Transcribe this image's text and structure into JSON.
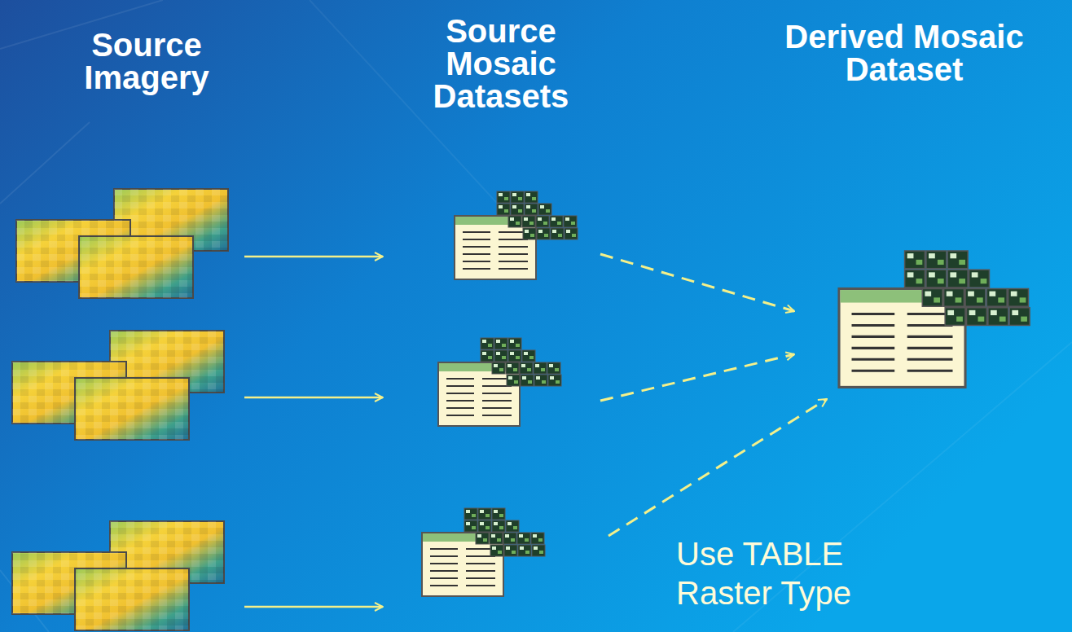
{
  "diagram": {
    "labels": [
      "Source Imagery",
      "Source Mosaic Datasets",
      "Derived Mosaic Dataset",
      "Use TABLE Raster Type"
    ]
  }
}
